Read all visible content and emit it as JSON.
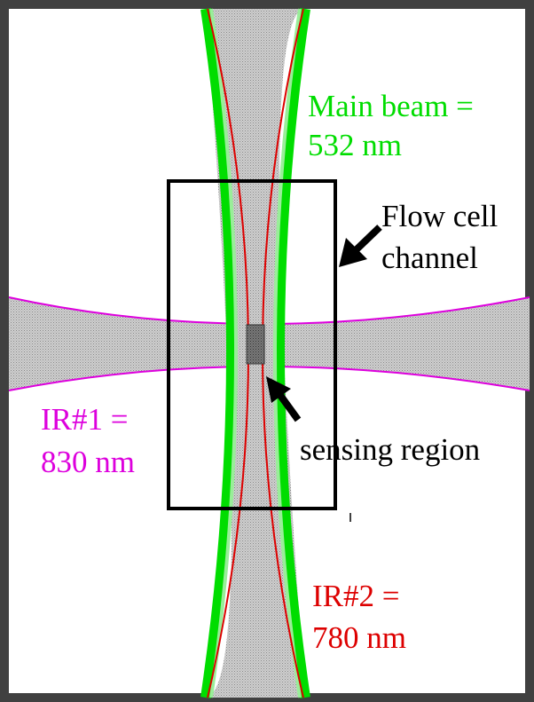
{
  "labels": {
    "main_beam_line1": "Main beam =",
    "main_beam_line2": "532 nm",
    "flow_cell_line1": "Flow cell",
    "flow_cell_line2": "channel",
    "sensing_region": "sensing region",
    "ir1_line1": "IR#1 =",
    "ir1_line2": "830 nm",
    "ir2_line1": "IR#2 =",
    "ir2_line2": "780 nm"
  },
  "colors": {
    "frame": "#404040",
    "main_beam": "#00dd00",
    "main_beam_inner": "#99ee99",
    "ir1": "#dd00dd",
    "ir2": "#dd0000",
    "beam_fill": "#c8c8c8",
    "sensing_fill": "#777777",
    "outline": "#000000"
  }
}
